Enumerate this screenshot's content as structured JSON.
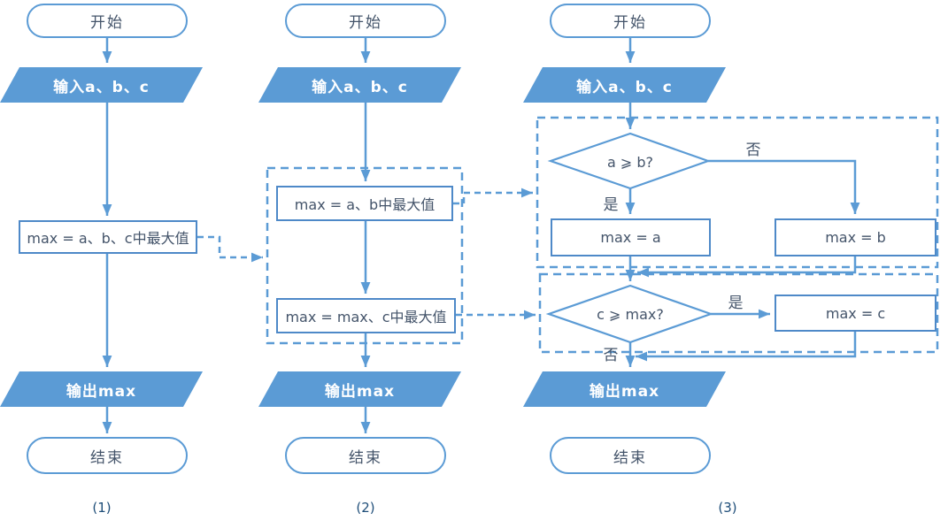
{
  "colors": {
    "accent_blue": "#5B9BD5",
    "process_border_blue": "#4E89C8",
    "shape_text": "#44546A",
    "caption_text": "#1F4E79",
    "filled_shape_text": "#FFFFFF"
  },
  "charts": {
    "c1": {
      "caption": "(1)",
      "start": "开始",
      "input": "输入a、b、c",
      "process": "max = a、b、c中最大值",
      "output": "输出max",
      "end": "结束"
    },
    "c2": {
      "caption": "(2)",
      "start": "开始",
      "input": "输入a、b、c",
      "process1": "max = a、b中最大值",
      "process2": "max = max、c中最大值",
      "output": "输出max",
      "end": "结束"
    },
    "c3": {
      "caption": "(3)",
      "start": "开始",
      "input": "输入a、b、c",
      "decision1": "a ⩾ b?",
      "decision1_yes": "是",
      "decision1_no": "否",
      "process_a": "max = a",
      "process_b": "max = b",
      "decision2": "c ⩾ max?",
      "decision2_yes": "是",
      "decision2_no": "否",
      "process_c": "max = c",
      "output": "输出max",
      "end": "结束"
    }
  }
}
